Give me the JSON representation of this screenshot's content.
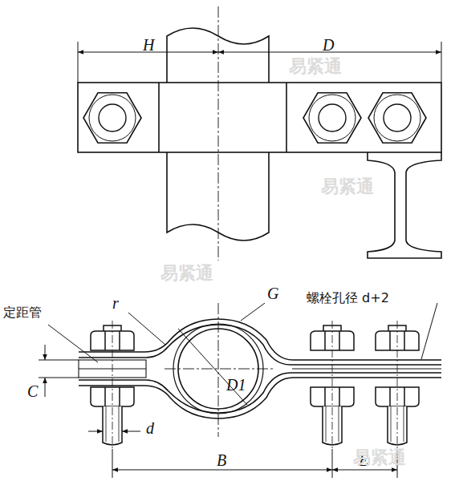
{
  "diagram": {
    "labels": [
      "H",
      "D",
      "r",
      "G",
      "螺栓孔径 d+2",
      "定距管",
      "C",
      "D1",
      "d",
      "B",
      "E",
      "易紧通",
      "易紧通",
      "易紧通",
      "易紧通"
    ]
  }
}
